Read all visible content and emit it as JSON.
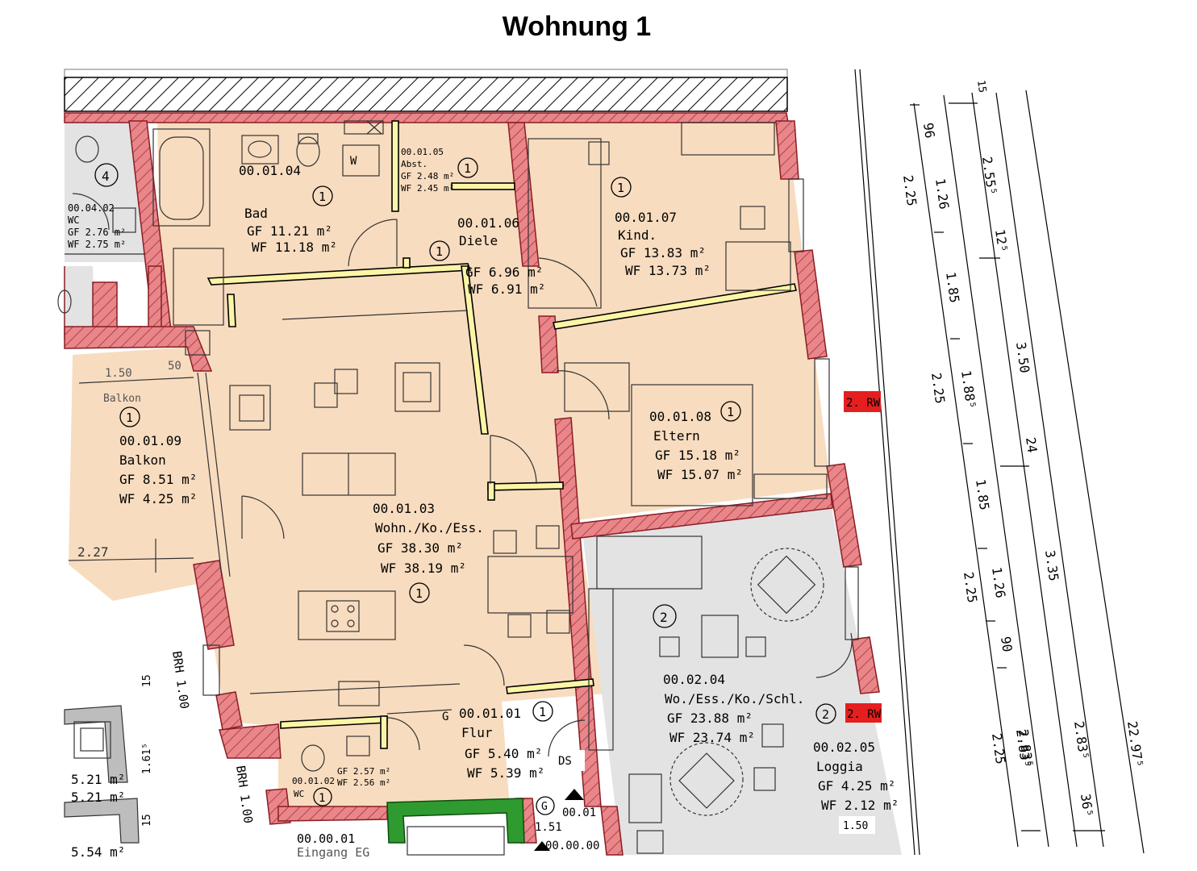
{
  "title": "Wohnung 1",
  "rooms": {
    "bad": {
      "id": "00.01.04",
      "name": "Bad",
      "gf": "GF 11.21 m²",
      "wf": "WF 11.18 m²",
      "unit": "1"
    },
    "abst": {
      "id": "00.01.05",
      "name": "Abst.",
      "gf": "GF 2.48 m²",
      "wf": "WF 2.45 m²",
      "unit": "1"
    },
    "diele": {
      "id": "00.01.06",
      "name": "Diele",
      "gf": "GF 6.96 m²",
      "wf": "WF 6.91 m²",
      "unit": "1"
    },
    "kind": {
      "id": "00.01.07",
      "name": "Kind.",
      "gf": "GF 13.83 m²",
      "wf": "WF 13.73 m²",
      "unit": "1"
    },
    "eltern": {
      "id": "00.01.08",
      "name": "Eltern",
      "gf": "GF 15.18 m²",
      "wf": "WF 15.07 m²",
      "unit": "1"
    },
    "balkon": {
      "id": "00.01.09",
      "name": "Balkon",
      "label": "Balkon",
      "gf": "GF 8.51 m²",
      "wf": "WF 4.25 m²",
      "unit": "1"
    },
    "wohn": {
      "id": "00.01.03",
      "name": "Wohn./Ko./Ess.",
      "gf": "GF 38.30 m²",
      "wf": "WF 38.19 m²",
      "unit": "1"
    },
    "flur": {
      "id": "00.01.01",
      "name": "Flur",
      "gf": "GF 5.40 m²",
      "wf": "WF 5.39 m²",
      "unit": "1"
    },
    "wc1": {
      "id": "00.01.02",
      "name": "WC",
      "gf": "GF 2.57 m²",
      "wf": "WF 2.56 m²",
      "unit": "1"
    },
    "wc4": {
      "id": "00.04.02",
      "name": "WC",
      "gf": "GF 2.76 m²",
      "wf": "WF 2.75 m²",
      "unit": "4"
    },
    "wohn2": {
      "id": "00.02.04",
      "name": "Wo./Ess./Ko./Schl.",
      "gf": "GF 23.88 m²",
      "wf": "WF 23.74 m²",
      "unit": "2"
    },
    "loggia": {
      "id": "00.02.05",
      "name": "Loggia",
      "gf": "GF 4.25 m²",
      "wf": "WF 2.12 m²",
      "unit": "2"
    },
    "eg": {
      "id": "00.00.01",
      "name": "Eingang EG"
    },
    "left_area1": "5.21 m²",
    "left_area2": "5.21 m²",
    "left_area3": "5.54 m²"
  },
  "labels": {
    "w": "W",
    "g": "G",
    "ds": "DS",
    "rw": "2. RW",
    "brh1": "BRH 1.00",
    "brh2": "BRH 1.00",
    "g_circle": "G",
    "stair1": "00.01",
    "stair2": "00.00.00",
    "dim_151": "1.51",
    "dim_150_loggia": "1.50"
  },
  "dims": {
    "balkon_150": "1.50",
    "balkon_50": "50",
    "balkon_227": "2.27",
    "left_15": "15",
    "left_1615": "1.61⁵",
    "left_15b": "15",
    "col1": [
      "96",
      "1.26",
      "1.85",
      "1.88⁵",
      "1.85",
      "1.26",
      "90",
      "2.83⁵"
    ],
    "col2": [
      "2.25",
      "2.25",
      "2.25",
      "2.25"
    ],
    "col3": [
      "15",
      "2.55⁵",
      "12⁵",
      "24",
      "2.83⁵",
      "36⁵"
    ],
    "col4": [
      "3.50",
      "3.35"
    ],
    "col5": [
      "22.97⁵"
    ]
  },
  "colors": {
    "floor_unit1": "#f8dcbf",
    "floor_unit2": "#e3e3e3",
    "wall_hatch": "#e8868a",
    "partition": "#fbf5a6",
    "stair_green": "#2f9a2f",
    "rw_red": "#e51f1f"
  }
}
